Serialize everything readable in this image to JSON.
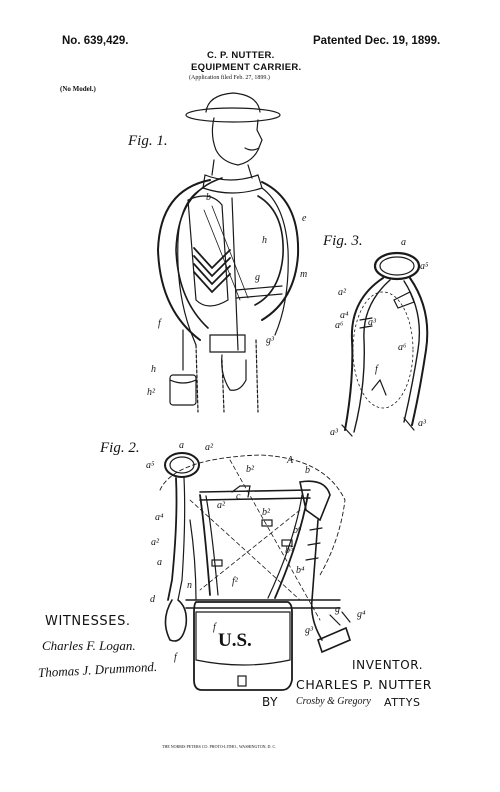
{
  "header": {
    "patent_no": "No. 639,429.",
    "patent_date": "Patented Dec. 19, 1899.",
    "inventor_name": "C. P. NUTTER.",
    "title": "EQUIPMENT CARRIER.",
    "application": "(Application filed Feb. 27, 1899.)",
    "model_note": "(No Model.)"
  },
  "figures": {
    "fig1": "Fig. 1.",
    "fig2": "Fig. 2.",
    "fig3": "Fig. 3."
  },
  "bag": {
    "marking": "U.S."
  },
  "witnesses": {
    "heading": "WITNESSES.",
    "signature_1": "Charles F. Logan.",
    "signature_2": "Thomas J. Drummond."
  },
  "inventor_block": {
    "heading": "INVENTOR.",
    "name": "CHARLES P. NUTTER",
    "by": "BY",
    "attorneys_signature": "Crosby & Gregory",
    "attys": "ATTYS"
  },
  "footer": {
    "printer": "THE NORRIS PETERS CO. PHOTO-LITHO., WASHINGTON, D. C."
  },
  "labels": {
    "fig1": [
      "b",
      "h",
      "e",
      "g",
      "m",
      "f",
      "g3",
      "h",
      "h2"
    ],
    "fig3": [
      "a",
      "a5",
      "a2",
      "a4",
      "a3",
      "a6",
      "f",
      "a3"
    ],
    "fig2": [
      "a",
      "a5",
      "a2",
      "A",
      "b",
      "b2",
      "c",
      "a4",
      "b6",
      "b5",
      "n",
      "f2",
      "d",
      "f",
      "g",
      "g4",
      "g3"
    ]
  }
}
